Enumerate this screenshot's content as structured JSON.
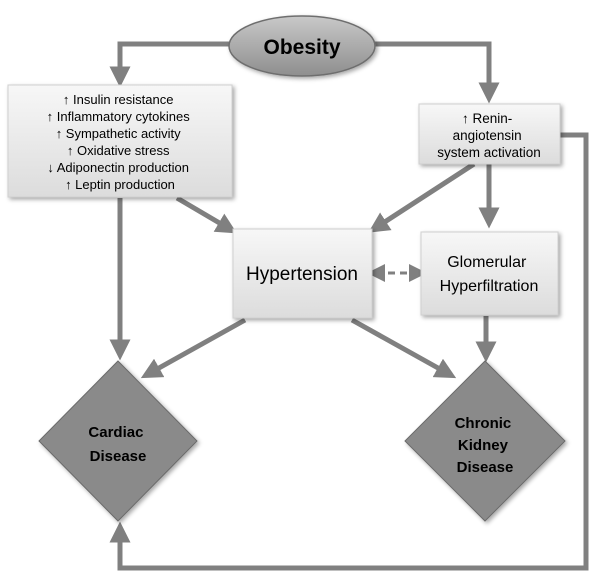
{
  "nodes": {
    "obesity": {
      "label": "Obesity"
    },
    "metabolic": {
      "lines": [
        "↑ Insulin resistance",
        "↑ Inflammatory cytokines",
        "↑ Sympathetic activity",
        "↑ Oxidative stress",
        "↓ Adiponectin production",
        "↑ Leptin production"
      ]
    },
    "renin": {
      "lines": [
        "↑ Renin-",
        "angiotensin",
        "system activation"
      ]
    },
    "hypertension": {
      "label": "Hypertension"
    },
    "glomerular": {
      "lines": [
        "Glomerular",
        "Hyperfiltration"
      ]
    },
    "cardiac": {
      "lines": [
        "Cardiac",
        "Disease"
      ]
    },
    "ckd": {
      "lines": [
        "Chronic",
        "Kidney",
        "Disease"
      ]
    }
  },
  "colors": {
    "arrow": "#808080",
    "box_fill": "#ececec",
    "diamond_fill": "#8a8a8a",
    "ellipse_fill": "#a6a6a6"
  }
}
